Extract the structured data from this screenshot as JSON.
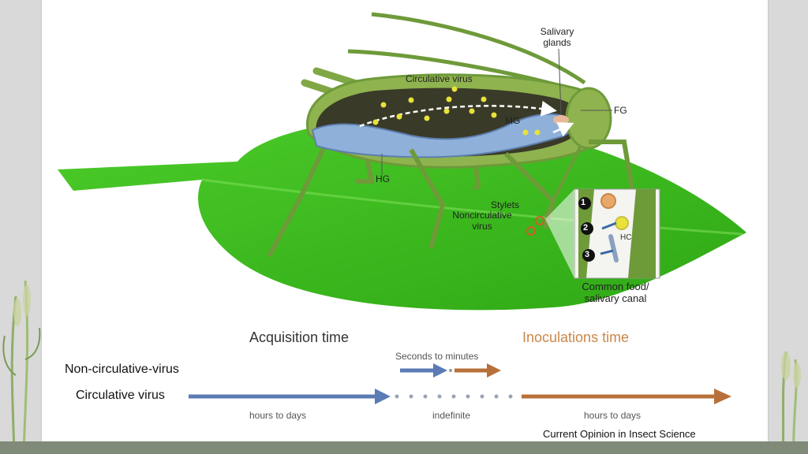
{
  "labels": {
    "salivary_glands": "Salivary\nglands",
    "circulative_virus": "Circulative virus",
    "fg": "FG",
    "mg": "MG",
    "hg": "HG",
    "stylets": "Stylets",
    "noncirculative_virus": "Noncirculative\nvirus",
    "hc": "HC",
    "common_canal": "Common food/\nsalivary canal",
    "step_1": "1",
    "step_2": "2",
    "step_3": "3"
  },
  "timeline": {
    "acquisition_title": "Acquisition time",
    "inoculation_title": "Inoculations time",
    "seconds_to_minutes": "Seconds to minutes",
    "noncirculative_row": "Non-circulative-virus",
    "circulative_row": "Circulative virus",
    "hours_to_days_left": "hours to days",
    "indefinite": "indefinite",
    "hours_to_days_right": "hours to days"
  },
  "credit": "Current Opinion in Insect Science",
  "colors": {
    "leaf": "#3fbf1f",
    "aphid_body": "#8fb34e",
    "gut": "#8fb0d8",
    "virus_dot": "#e8e23a",
    "acquisition_arrow": "#5b7bb5",
    "inoculation_arrow": "#b8703a",
    "inoculation_text": "#c8874a"
  }
}
